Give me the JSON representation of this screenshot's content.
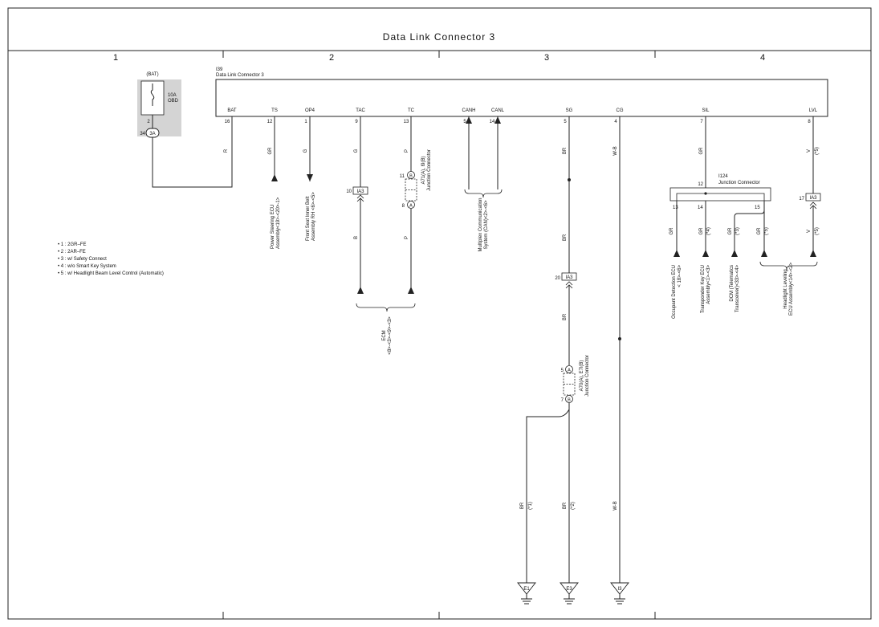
{
  "title": "Data Link Connector 3",
  "columns": [
    "1",
    "2",
    "3",
    "4"
  ],
  "fuse": {
    "location": "(BAT)",
    "rating": "10A",
    "name": "OBD",
    "pin": "2",
    "connector_pin": "34",
    "connector": "3A"
  },
  "dlc": {
    "ref": "I39",
    "name": "Data Link Connector 3"
  },
  "pins": [
    {
      "label": "BAT",
      "num": "16",
      "wire": "R"
    },
    {
      "label": "TS",
      "num": "12",
      "wire": "GR"
    },
    {
      "label": "OP4",
      "num": "1",
      "wire": "G"
    },
    {
      "label": "TAC",
      "num": "9",
      "wire": "G"
    },
    {
      "label": "TC",
      "num": "13",
      "wire": "P"
    },
    {
      "label": "CANH",
      "num": "5"
    },
    {
      "label": "CANL",
      "num": "14"
    },
    {
      "label": "SG",
      "num": "5",
      "wire": "BR"
    },
    {
      "label": "CG",
      "num": "4",
      "wire": "W-B"
    },
    {
      "label": "SIL",
      "num": "7",
      "wire": "GR"
    },
    {
      "label": "LVL",
      "num": "8",
      "wire": "V",
      "note": "(*5)"
    }
  ],
  "destinations": {
    "ts": [
      "Power Steering ECU",
      "Assembly<19>-<20>-1>"
    ],
    "op4": [
      "Front Seat Inner Belt",
      "Assembly RH <6>-<5>"
    ],
    "ecm": [
      "ECM",
      "<8>-<3>-<9>-<3>"
    ],
    "canh": [
      "Multiplex Communication",
      "System (CAN)<2>-<6>"
    ],
    "occupant": [
      "Occupant Detection ECU",
      "< 18>-<6>"
    ],
    "transponder": [
      "Transponder Key ECU",
      "Assembly<1>-<3>"
    ],
    "dcm": [
      "DCM (Telematics",
      "Transceiver)<33>-<4>"
    ],
    "headlight": [
      "Headlight Leveling",
      "ECU Assembly<14>-<2>"
    ]
  },
  "ia3": {
    "name": "IA3",
    "pin10": "10",
    "pin17": "17",
    "pin20": "20",
    "wire_b": "B",
    "wire_br": "BR"
  },
  "a71": {
    "pin11": "11",
    "pin8": "8",
    "letter_top": "B",
    "letter_bottom": "A",
    "label": [
      "A71(A), I9(B)",
      "Junction Connector"
    ],
    "wire_p": "P"
  },
  "a70": {
    "pin5": "5",
    "pin7": "7",
    "letter_top": "A",
    "letter_bottom": "B",
    "label": [
      "A70(A), E7l(B)",
      "Junction Connector"
    ]
  },
  "i124": {
    "ref": "I124",
    "name": "Junction Connector",
    "pin12": "12",
    "pin13": "13",
    "pin14": "14",
    "pin15": "15"
  },
  "branch_wires": [
    {
      "wire": "GR",
      "note": ""
    },
    {
      "wire": "GR",
      "note": "(*4)"
    },
    {
      "wire": "GR",
      "note": "(*3)"
    },
    {
      "wire": "GR",
      "note": "(*5)"
    },
    {
      "wire": "V",
      "note": "(*5)"
    }
  ],
  "grounds": [
    {
      "name": "E1",
      "wire": "BR",
      "note": "(*1)"
    },
    {
      "name": "E3",
      "wire": "BR",
      "note": "(*2)"
    },
    {
      "name": "I3",
      "wire": "W-B",
      "note": ""
    }
  ],
  "notes": [
    "• 1 : 2GR–FE",
    "• 2 : 2AR–FE",
    "• 3 : w/ Safety Connect",
    "• 4 : w/o Smart Key System",
    "• 5 : w/ Headlight Beam Level Control (Automatic)"
  ]
}
